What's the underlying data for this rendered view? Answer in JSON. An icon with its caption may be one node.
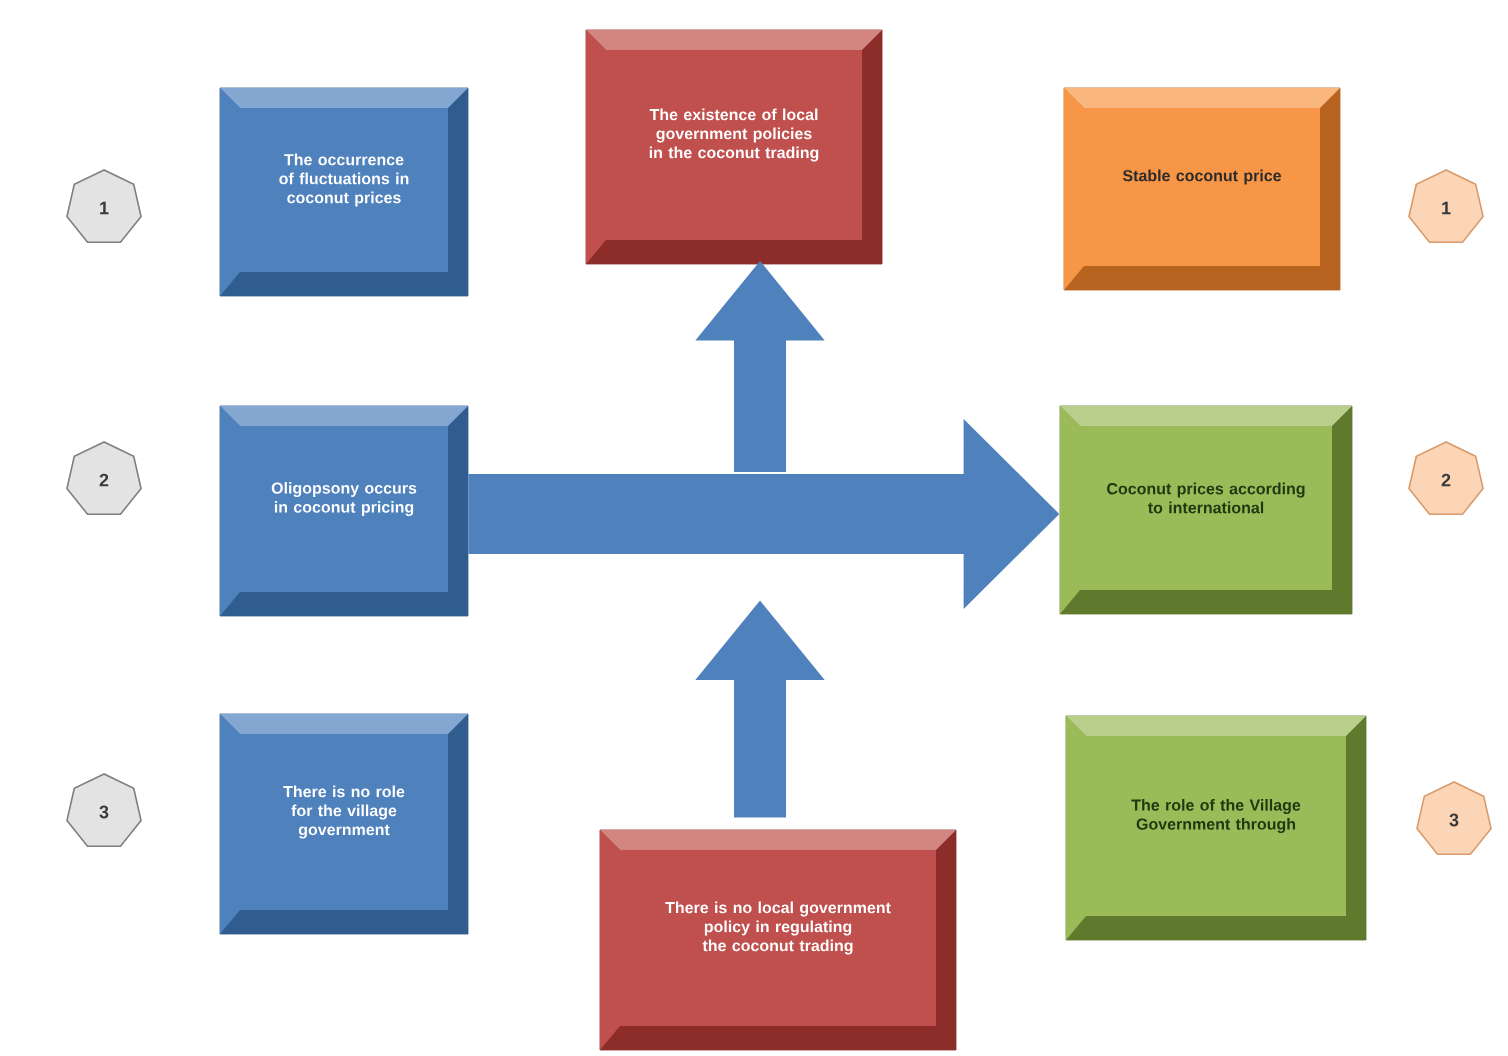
{
  "diagram": {
    "nodes": [
      {
        "text": [
          "1"
        ]
      },
      {
        "text": [
          "The occurrence of fluctuations in coconut prices"
        ]
      },
      {
        "text": [
          "The existence of local government policies in the coconut trading"
        ]
      },
      {
        "text": [
          "Stable coconut price"
        ]
      },
      {
        "text": [
          "1"
        ]
      },
      {
        "text": [
          "2"
        ]
      },
      {
        "text": [
          "Oligopsony occurs in coconut pricing"
        ]
      },
      {
        "text": [
          "Coconut prices according to international"
        ]
      },
      {
        "text": [
          "2"
        ]
      },
      {
        "text": [
          "3"
        ]
      },
      {
        "text": [
          "There is no role for the village government"
        ]
      },
      {
        "text": [
          "The role of the Village Government through"
        ]
      },
      {
        "text": [
          "3"
        ]
      },
      {
        "text": [
          "There is no local government policy in regulating the coconut trading"
        ]
      }
    ],
    "edges": [
      {
        "from": 6,
        "to": 7,
        "arrow": "to"
      },
      {
        "from": null,
        "to": 2,
        "arrow": "to"
      },
      {
        "from": 13,
        "to": null,
        "arrow": "to"
      }
    ]
  }
}
